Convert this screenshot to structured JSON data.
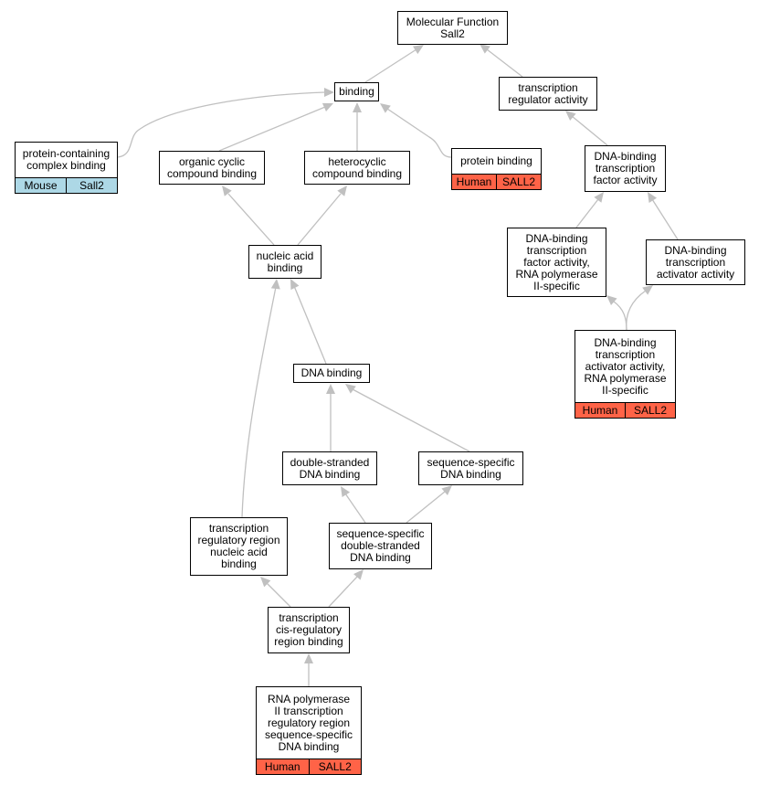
{
  "diagram": {
    "colors": {
      "edge": "#c0c0c0",
      "human": "#ff6347",
      "mouse": "#add8e6"
    },
    "nodes": [
      {
        "id": "mf",
        "label": "Molecular Function\nSall2"
      },
      {
        "id": "binding",
        "label": "binding"
      },
      {
        "id": "tra",
        "label": "transcription\nregulator activity"
      },
      {
        "id": "pcb",
        "label": "protein-containing\ncomplex binding",
        "annotation": [
          "Mouse",
          "Sall2"
        ]
      },
      {
        "id": "occb",
        "label": "organic cyclic\ncompound binding"
      },
      {
        "id": "hcb",
        "label": "heterocyclic\ncompound binding"
      },
      {
        "id": "pb",
        "label": "protein binding",
        "annotation": [
          "Human",
          "SALL2"
        ]
      },
      {
        "id": "dbtfa",
        "label": "DNA-binding\ntranscription\nfactor activity"
      },
      {
        "id": "dbtfa2",
        "label": "DNA-binding\ntranscription\nfactor activity,\nRNA polymerase\nII-specific"
      },
      {
        "id": "dbtaa",
        "label": "DNA-binding\ntranscription\nactivator activity"
      },
      {
        "id": "nab",
        "label": "nucleic acid\nbinding"
      },
      {
        "id": "dbtaa2",
        "label": "DNA-binding\ntranscription\nactivator activity,\nRNA polymerase\nII-specific",
        "annotation": [
          "Human",
          "SALL2"
        ]
      },
      {
        "id": "dnab",
        "label": "DNA binding"
      },
      {
        "id": "dsdb",
        "label": "double-stranded\nDNA binding"
      },
      {
        "id": "ssdb",
        "label": "sequence-specific\nDNA binding"
      },
      {
        "id": "trrnab",
        "label": "transcription\nregulatory region\nnucleic acid\nbinding"
      },
      {
        "id": "ssdsdb",
        "label": "sequence-specific\ndouble-stranded\nDNA binding"
      },
      {
        "id": "tcrb",
        "label": "transcription\ncis-regulatory\nregion binding"
      },
      {
        "id": "rnap",
        "label": "RNA polymerase\nII transcription\nregulatory region\nsequence-specific\nDNA binding",
        "annotation": [
          "Human",
          "SALL2"
        ]
      }
    ],
    "edges": [
      {
        "from": "binding",
        "to": "mf"
      },
      {
        "from": "tra",
        "to": "mf"
      },
      {
        "from": "pcb",
        "to": "binding"
      },
      {
        "from": "occb",
        "to": "binding"
      },
      {
        "from": "hcb",
        "to": "binding"
      },
      {
        "from": "pb",
        "to": "binding"
      },
      {
        "from": "dbtfa",
        "to": "tra"
      },
      {
        "from": "dbtfa2",
        "to": "dbtfa"
      },
      {
        "from": "dbtaa",
        "to": "dbtfa"
      },
      {
        "from": "nab",
        "to": "occb"
      },
      {
        "from": "nab",
        "to": "hcb"
      },
      {
        "from": "dbtaa2",
        "to": "dbtfa2"
      },
      {
        "from": "dbtaa2",
        "to": "dbtaa"
      },
      {
        "from": "dnab",
        "to": "nab"
      },
      {
        "from": "trrnab",
        "to": "nab"
      },
      {
        "from": "dsdb",
        "to": "dnab"
      },
      {
        "from": "ssdb",
        "to": "dnab"
      },
      {
        "from": "ssdsdb",
        "to": "dsdb"
      },
      {
        "from": "ssdsdb",
        "to": "ssdb"
      },
      {
        "from": "tcrb",
        "to": "trrnab"
      },
      {
        "from": "tcrb",
        "to": "ssdsdb"
      },
      {
        "from": "rnap",
        "to": "tcrb"
      }
    ]
  }
}
